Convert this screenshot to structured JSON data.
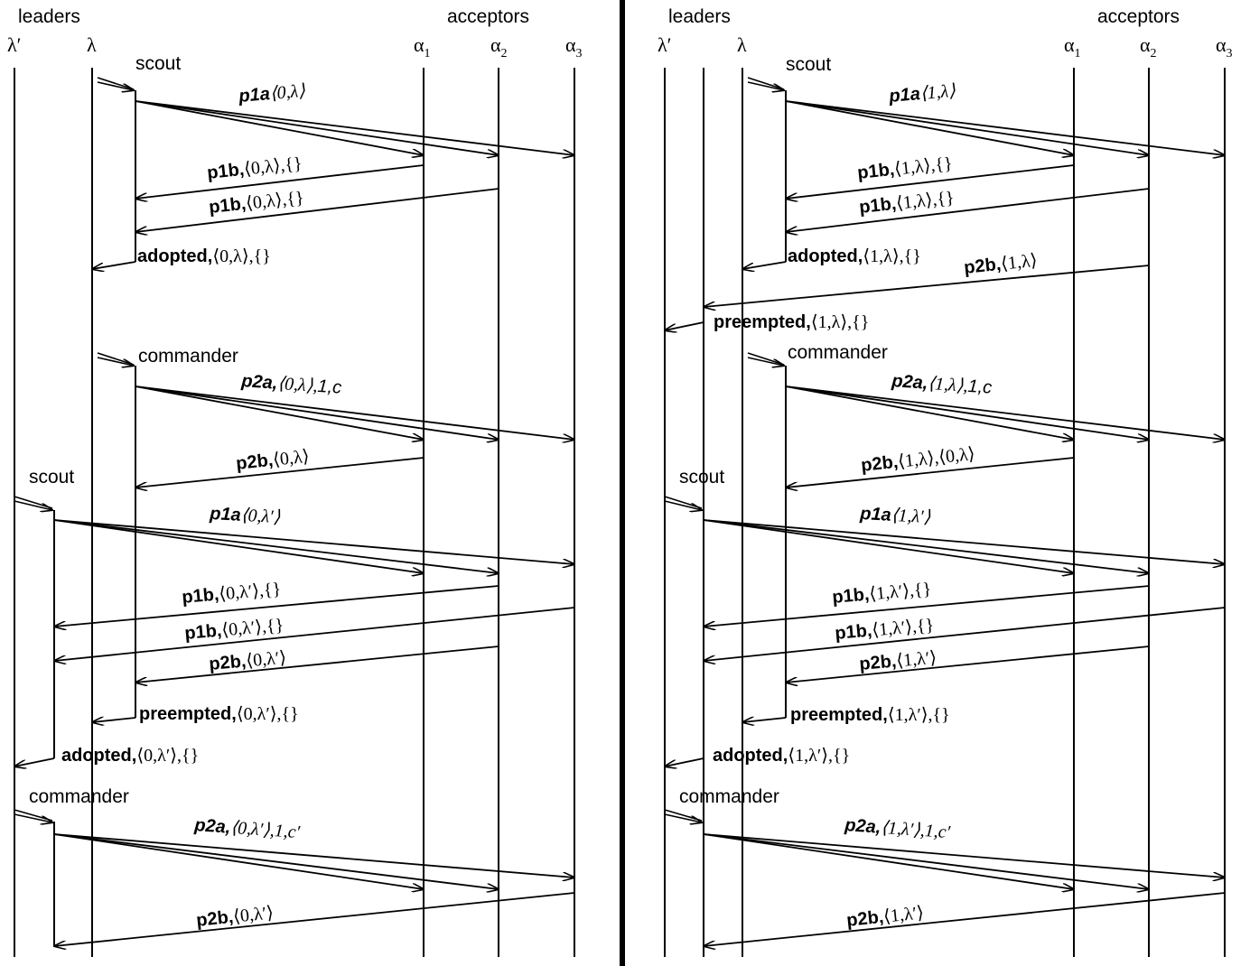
{
  "left": {
    "header": {
      "leaders": "leaders",
      "acceptors": "acceptors"
    },
    "processes": {
      "lam_prime": "λ′",
      "lam": "λ",
      "a1": "α",
      "a1_sub": "1",
      "a2": "α",
      "a2_sub": "2",
      "a3": "α",
      "a3_sub": "3"
    },
    "roles": {
      "scout1": "scout",
      "commander1": "commander",
      "scout2": "scout",
      "commander2": "commander"
    },
    "messages": {
      "p1a_1": {
        "name": "p1a",
        "args": "⟨0,λ⟩"
      },
      "p1b_1": {
        "name": "p1b,",
        "args": "⟨0,λ⟩,{}"
      },
      "p1b_2": {
        "name": "p1b,",
        "args": "⟨0,λ⟩,{}"
      },
      "adopted_1": {
        "name": "adopted,",
        "args": "⟨0,λ⟩,{}"
      },
      "p2a_1": {
        "name": "p2a,",
        "args": "⟨0,λ⟩,",
        "tail": "1,c"
      },
      "p2b_1": {
        "name": "p2b,",
        "args": "⟨0,λ⟩"
      },
      "p1a_2": {
        "name": "p1a",
        "args": "⟨0,λ′⟩"
      },
      "p1b_3": {
        "name": "p1b,",
        "args": "⟨0,λ′⟩,{}"
      },
      "p1b_4": {
        "name": "p1b,",
        "args": "⟨0,λ′⟩,{}"
      },
      "p2b_2": {
        "name": "p2b,",
        "args": "⟨0,λ′⟩"
      },
      "preempted_1": {
        "name": "preempted,",
        "args": "⟨0,λ′⟩,{}"
      },
      "adopted_2": {
        "name": "adopted,",
        "args": "⟨0,λ′⟩,{}"
      },
      "p2a_2": {
        "name": "p2a,",
        "args": "⟨0,λ′⟩,1,c′"
      },
      "p2b_3": {
        "name": "p2b,",
        "args": "⟨0,λ′⟩"
      }
    }
  },
  "right": {
    "header": {
      "leaders": "leaders",
      "acceptors": "acceptors"
    },
    "processes": {
      "lam_prime": "λ′",
      "lam": "λ",
      "a1": "α",
      "a1_sub": "1",
      "a2": "α",
      "a2_sub": "2",
      "a3": "α",
      "a3_sub": "3"
    },
    "roles": {
      "scout1": "scout",
      "commander1": "commander",
      "scout2": "scout",
      "commander2": "commander"
    },
    "messages": {
      "p1a_1": {
        "name": "p1a",
        "args": "⟨1,λ⟩"
      },
      "p1b_1": {
        "name": "p1b,",
        "args": "⟨1,λ⟩,{}"
      },
      "p1b_2": {
        "name": "p1b,",
        "args": "⟨1,λ⟩,{}"
      },
      "adopted_1": {
        "name": "adopted,",
        "args": "⟨1,λ⟩,{}"
      },
      "p2b_0": {
        "name": "p2b,",
        "args": "⟨1,λ⟩"
      },
      "preempted_0": {
        "name": "preempted,",
        "args": "⟨1,λ⟩,{}"
      },
      "p2a_1": {
        "name": "p2a,",
        "args": "⟨1,λ⟩,",
        "tail": "1,c"
      },
      "p2b_1": {
        "name": "p2b,",
        "args": "⟨1,λ⟩,⟨0,λ⟩"
      },
      "p1a_2": {
        "name": "p1a",
        "args": "⟨1,λ′⟩"
      },
      "p1b_3": {
        "name": "p1b,",
        "args": "⟨1,λ′⟩,{}"
      },
      "p1b_4": {
        "name": "p1b,",
        "args": "⟨1,λ′⟩,{}"
      },
      "p2b_2": {
        "name": "p2b,",
        "args": "⟨1,λ′⟩"
      },
      "preempted_1": {
        "name": "preempted,",
        "args": "⟨1,λ′⟩,{}"
      },
      "adopted_2": {
        "name": "adopted,",
        "args": "⟨1,λ′⟩,{}"
      },
      "p2a_2": {
        "name": "p2a,",
        "args": "⟨1,λ′⟩,1,c′"
      },
      "p2b_3": {
        "name": "p2b,",
        "args": "⟨1,λ′⟩"
      }
    }
  }
}
